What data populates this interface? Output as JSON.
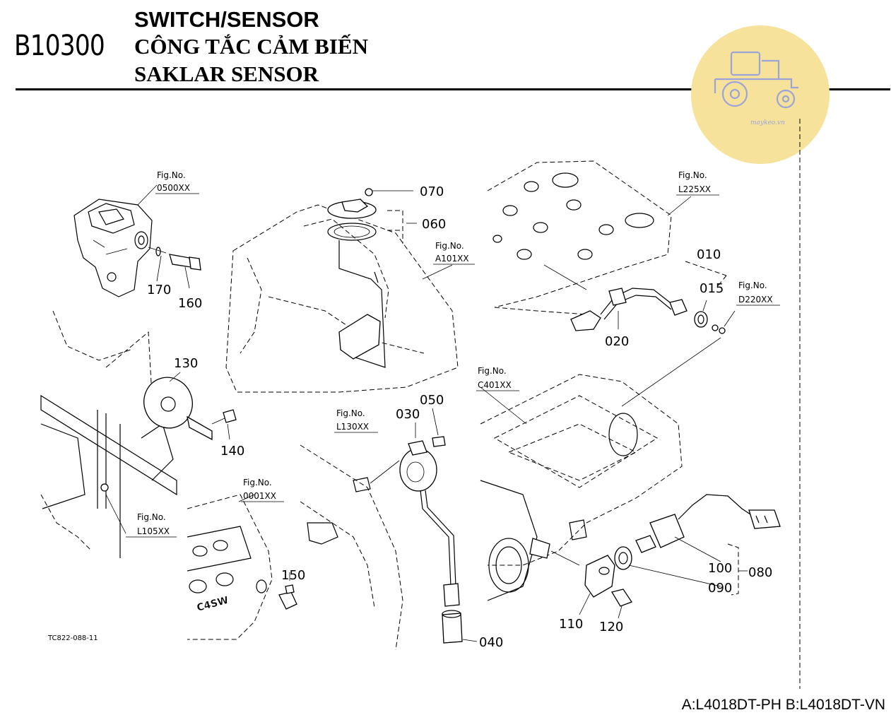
{
  "header": {
    "code": "B10300",
    "title_en": "SWITCH/SENSOR",
    "title_vi": "CÔNG TẮC CẢM BIẾN",
    "title_tr": "SAKLAR SENSOR"
  },
  "watermark": {
    "text": "maykeo.vn",
    "color": "#f7e29c",
    "icon": "tractor-icon"
  },
  "figures": [
    {
      "id": "fig-0500",
      "caption": "Fig.No.",
      "number": "0500XX"
    },
    {
      "id": "fig-a101",
      "caption": "Fig.No.",
      "number": "A101XX"
    },
    {
      "id": "fig-l225",
      "caption": "Fig.No.",
      "number": "L225XX"
    },
    {
      "id": "fig-d220",
      "caption": "Fig.No.",
      "number": "D220XX"
    },
    {
      "id": "fig-c401",
      "caption": "Fig.No.",
      "number": "C401XX"
    },
    {
      "id": "fig-l130",
      "caption": "Fig.No.",
      "number": "L130XX"
    },
    {
      "id": "fig-0001",
      "caption": "Fig.No.",
      "number": "0001XX"
    },
    {
      "id": "fig-l105",
      "caption": "Fig.No.",
      "number": "L105XX"
    }
  ],
  "parts": [
    "010",
    "015",
    "020",
    "030",
    "040",
    "050",
    "060",
    "070",
    "080",
    "090",
    "100",
    "110",
    "120",
    "130",
    "140",
    "150",
    "160",
    "170"
  ],
  "engine_mark": "C4SW",
  "drawing_ref": "TC822-088-11",
  "models": "A:L4018DT-PH B:L4018DT-VN"
}
